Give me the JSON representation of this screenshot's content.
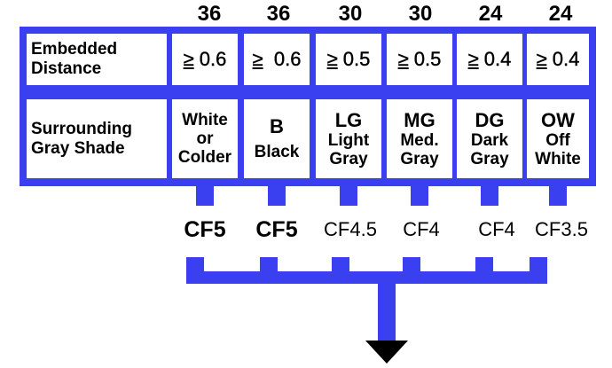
{
  "top_numbers": [
    "36",
    "36",
    "30",
    "30",
    "24",
    "24"
  ],
  "row_headers": {
    "embedded": [
      "Embedded",
      "Distance"
    ],
    "surrounding": [
      "Surrounding",
      "Gray Shade"
    ]
  },
  "distances": [
    {
      "sym": "≥",
      "val": " 0.6"
    },
    {
      "sym": "≥",
      "val": "  0.6"
    },
    {
      "sym": "≥",
      "val": " 0.5"
    },
    {
      "sym": "≥",
      "val": " 0.5"
    },
    {
      "sym": "≥",
      "val": " 0.4"
    },
    {
      "sym": "≥",
      "val": " 0.4"
    }
  ],
  "shades": [
    {
      "lines": [
        "White",
        "or",
        "Colder"
      ]
    },
    {
      "lines": [
        "B",
        "Black"
      ]
    },
    {
      "lines": [
        "LG",
        "Light",
        "Gray"
      ]
    },
    {
      "lines": [
        "MG",
        "Med.",
        "Gray"
      ]
    },
    {
      "lines": [
        "DG",
        "Dark",
        "Gray"
      ]
    },
    {
      "lines": [
        "OW",
        "Off",
        "White"
      ]
    }
  ],
  "cf_labels": [
    "CF5",
    "CF5",
    "CF4.5",
    "CF4",
    "CF4",
    "CF3.5"
  ],
  "colors": {
    "accent": "#3a3ff0",
    "background": "#ffffff",
    "text": "#000000"
  }
}
